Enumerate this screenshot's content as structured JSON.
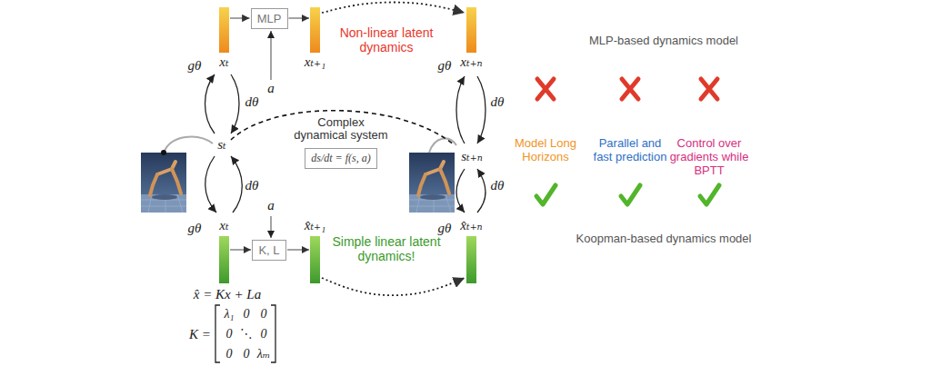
{
  "diagram": {
    "nodes": [
      {
        "text": [
          "xₜ"
        ]
      },
      {
        "text": [
          "MLP"
        ]
      },
      {
        "text": [
          "xₜ₊₁"
        ]
      },
      {
        "text": [
          "xₜ₊ₙ"
        ]
      },
      {
        "text": [
          "ds/dt = f(s, a)"
        ]
      },
      {
        "text": [
          "xₜ"
        ]
      },
      {
        "text": [
          "K, L"
        ]
      },
      {
        "text": [
          "x̂ₜ₊₁"
        ]
      },
      {
        "text": [
          "x̂ₜ₊ₙ"
        ]
      }
    ],
    "edges": [
      {
        "from": 0,
        "to": 1,
        "arrow": "to"
      },
      {
        "from": 1,
        "to": 2,
        "arrow": "to"
      },
      {
        "from": 2,
        "to": 3,
        "arrow": "to"
      },
      {
        "from": 5,
        "to": 6,
        "arrow": "to"
      },
      {
        "from": 6,
        "to": 7,
        "arrow": "to"
      },
      {
        "from": 7,
        "to": 8,
        "arrow": "to"
      }
    ],
    "labels": [
      "gθ",
      "dθ",
      "a",
      "Non-linear latent dynamics",
      "gθ",
      "dθ",
      "MLP-based dynamics model",
      "Complex dynamical system",
      "sₜ",
      "sₜ₊ₙ",
      "Model Long Horizons",
      "Parallel and fast prediction",
      "Control over gradients while BPTT",
      "dθ",
      "dθ",
      "a",
      "gθ",
      "gθ",
      "Simple linear latent dynamics!",
      "Koopman-based dynamics model",
      "x̂ = Kx + La",
      "K =",
      "λ₁",
      "0",
      "0",
      "0",
      "⋱",
      "0",
      "0",
      "0",
      "λₘ"
    ]
  }
}
